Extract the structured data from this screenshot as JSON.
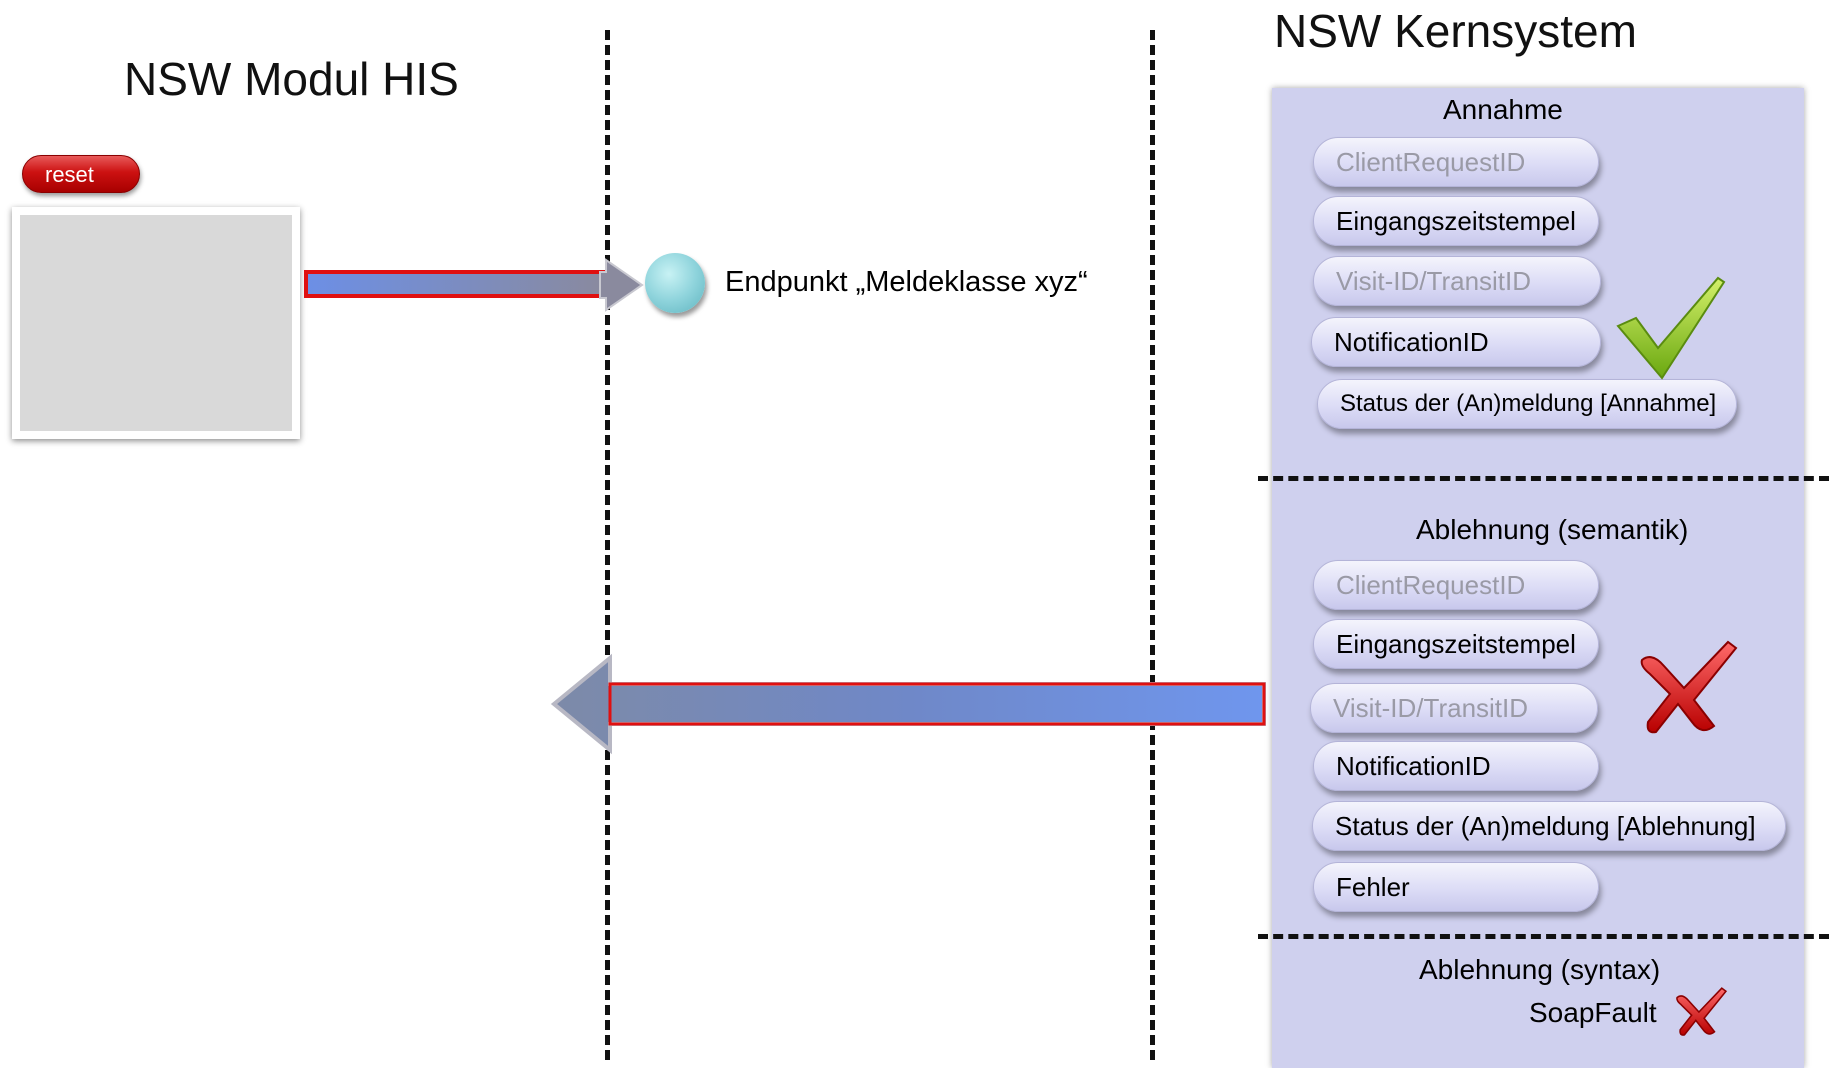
{
  "left_title": "NSW Modul HIS",
  "right_title": "NSW Kernsystem",
  "reset_label": "reset",
  "endpoint_label": "Endpunkt „Meldeklasse xyz“",
  "annahme": {
    "title": "Annahme",
    "items": [
      "ClientRequestID",
      "Eingangszeitstempel",
      "Visit-ID/TransitID",
      "NotificationID",
      "Status der (An)meldung [Annahme]"
    ]
  },
  "ablehnung_semantik": {
    "title": "Ablehnung  (semantik)",
    "items": [
      "ClientRequestID",
      "Eingangszeitstempel",
      "Visit-ID/TransitID",
      "NotificationID",
      "Status der (An)meldung [Ablehnung]",
      "Fehler"
    ]
  },
  "ablehnung_syntax": {
    "title": "Ablehnung  (syntax)",
    "soapfault": "SoapFault"
  },
  "colors": {
    "panel": "#cfd0ee",
    "arrow_fill": "#6c8fd8",
    "arrow_border": "#e01010",
    "check": "#8ccc1a",
    "cross": "#d81818"
  },
  "icons": [
    "check-icon",
    "cross-icon"
  ]
}
